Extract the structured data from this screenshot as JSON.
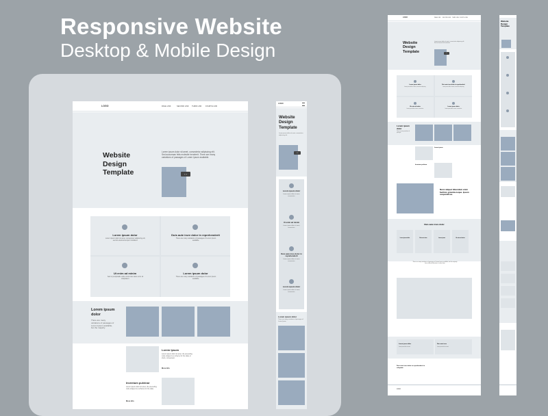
{
  "heading": {
    "line1": "Responsive Website",
    "line2": "Desktop & Mobile Design"
  },
  "desktop": {
    "logo": "LOGO",
    "nav": [
      "PAGE LINK",
      "SECOND LINK",
      "THIRD LINK",
      "FOURTH LINK"
    ],
    "hero_title": "Website Design Template",
    "hero_text": "Lorem ipsum dolor sit amet, consectetur adipiscing elit. Sed accumsan felis molestie hendrerit. There are many variations of passages of Lorem Ipsum available.",
    "features": [
      {
        "title": "Lorem ipsum dolor",
        "text": "Lorem ipsum dolor sit amet, consectetur adipiscing elit, sed do eiusmod tempor incididunt."
      },
      {
        "title": "Duis aute irure dolor in reprehenderit",
        "text": "There are many variations of passages of Lorem Ipsum available."
      },
      {
        "title": "Ut enim ad minim",
        "text": "Sed ut perspiciatis unde omnis iste natus error sit voluptatem."
      },
      {
        "title": "Lorem ipsum dolor",
        "text": "There are many variations of passages of Lorem Ipsum available."
      }
    ],
    "gallery_title": "Lorem ipsum dolor",
    "gallery_text": "There are many variations of passages of Lorem Ipsum available, but the majority",
    "articles": [
      {
        "title": "Lorem Ipsum",
        "text": "Lorem ipsum dolor sit amet, the preceding code snippet is a scheme for the data, in short, consectetur.",
        "more": "More Info"
      },
      {
        "title": "Inventum pulvinar",
        "text": "Lorem ipsum dolor sit amet, the preceding code snippet is a scheme for the data.",
        "more": "More Info"
      }
    ]
  },
  "mobile": {
    "logo": "LOGO",
    "hero_title": "Website Design Template",
    "hero_text": "Lorem ipsum dolor sit amet, consectetur adipiscing elit.",
    "features": [
      {
        "title": "Lorem ipsum dolor",
        "text": "Lorem ipsum dolor sit amet, consectetur."
      },
      {
        "title": "Ut enim ad minim",
        "text": "Lorem ipsum dolor sit amet, consectetur."
      },
      {
        "title": "Duis aute irure dolor in reprehenderit",
        "text": "Lorem ipsum dolor sit amet, consectetur."
      },
      {
        "title": "Lorem ipsum dolor",
        "text": "Lorem ipsum dolor sit amet, consectetur."
      }
    ],
    "gallery_title": "Lorem ipsum dolor",
    "gallery_text": "There are many variations of passages of Lorem Ipsum"
  },
  "wide": {
    "logo": "LOGO",
    "nav": [
      "PAGE LINK",
      "SECOND LINK",
      "THIRD LINK",
      "FOURTH LINK"
    ],
    "hero_title": "Website Design Template",
    "hero_text": "Lorem ipsum dolor sit amet, consectetur adipiscing elit. Sed accumsan felis molestie.",
    "features": [
      {
        "title": "Lorem ipsum dolor",
        "text": "Lorem ipsum dolor sit amet, consectetur adipiscing."
      },
      {
        "title": "Duis aute irure dolor in reprehenderit",
        "text": "Lorem ipsum dolor sit amet, consectetur adipiscing."
      },
      {
        "title": "Ut enim ad minim",
        "text": "Lorem ipsum dolor sit amet, consectetur."
      },
      {
        "title": "Lorem ipsum dolor",
        "text": "Lorem ipsum dolor sit amet, consectetur."
      }
    ],
    "gallery_title": "Lorem ipsum dolor",
    "gallery_text": "There are many variations of passages",
    "article1_title": "Lorem ipsum",
    "article2_title": "Inventum pulvinar",
    "quote": "Nunc aliquet bibendum enim facilisis gravida neque. Ipsum suspendisse.",
    "section_title": "Duis aute irure dolor",
    "cards": [
      "Lorem ipsum dolor",
      "Duis aute irure",
      "Lorem ipsum",
      "Ut enim ad minim"
    ],
    "testimonial": "There are many variations of passages of Lorem Ipsum available, but the majority have suffered alteration in some form.",
    "cta": [
      {
        "title": "Lorem ipsum dolor",
        "text": "Lorem ipsum dolor sit amet"
      },
      {
        "title": "Duis aute irure",
        "text": "Lorem ipsum dolor sit amet"
      }
    ],
    "footer_title": "Duis aute irure dolor in reprehenderit in voluptate",
    "footer_logo": "LOGO"
  },
  "narrow": {
    "hero_title": "Website Design Template"
  },
  "colors": {
    "background": "#9ca3a8",
    "placeholder": "#9aabbe",
    "band": "#e9edf0",
    "tablet": "#d6dade"
  }
}
